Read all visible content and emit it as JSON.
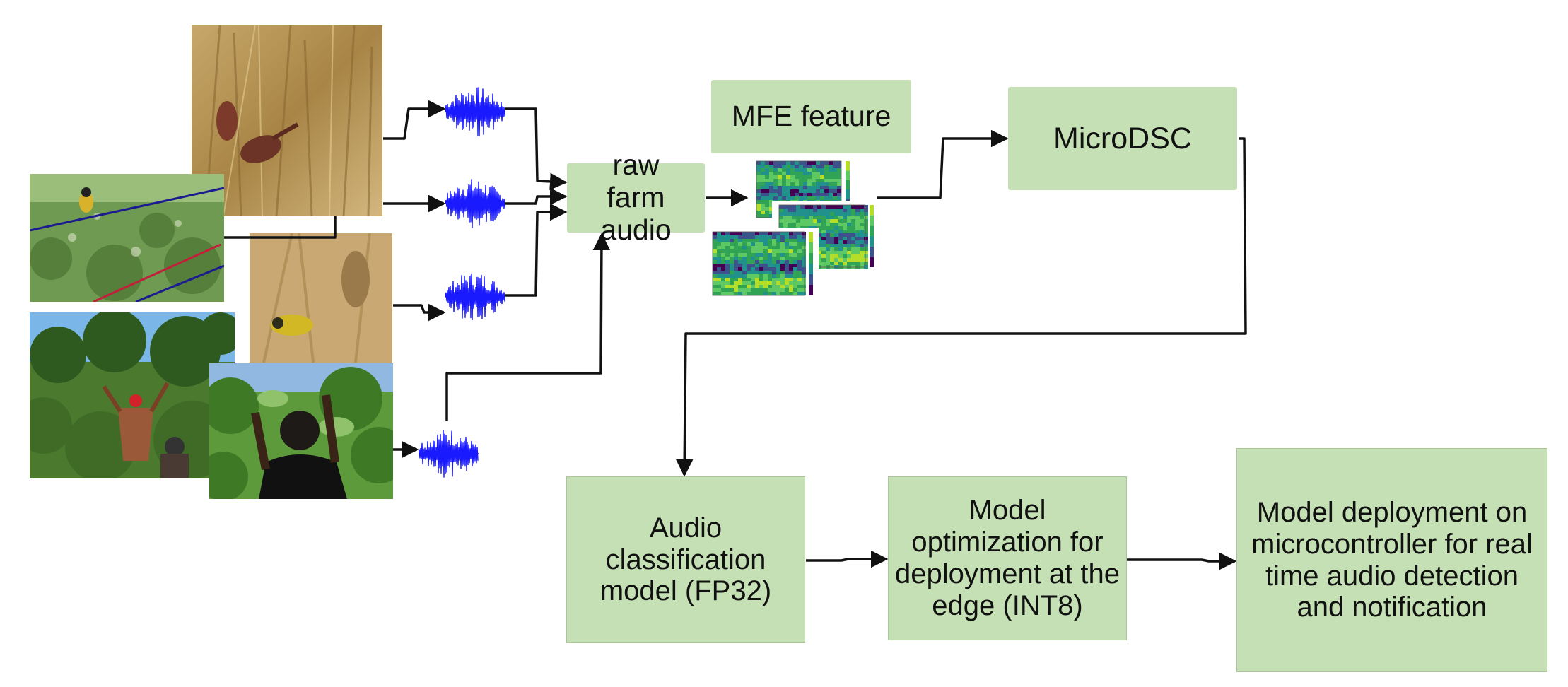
{
  "boxes": {
    "raw_audio": "raw farm audio",
    "mfe": "MFE feature",
    "microdsc": "MicroDSC",
    "fp32": "Audio classification model (FP32)",
    "int8": "Model optimization for deployment at the edge (INT8)",
    "deploy": "Model deployment on microcontroller for real time audio detection and notification"
  },
  "colors": {
    "box_fill": "#c5e0b4",
    "arrow": "#111111",
    "waveform": "#1a1aff"
  },
  "icons": {
    "photos": [
      "wheat-bird-photo",
      "weaver-bird-photo",
      "perched-bird-photo",
      "farmers-photo",
      "farmer-in-field-photo"
    ],
    "waveforms": [
      "audio-waveform-icon"
    ],
    "spectrograms": [
      "mel-spectrogram-icon"
    ]
  }
}
